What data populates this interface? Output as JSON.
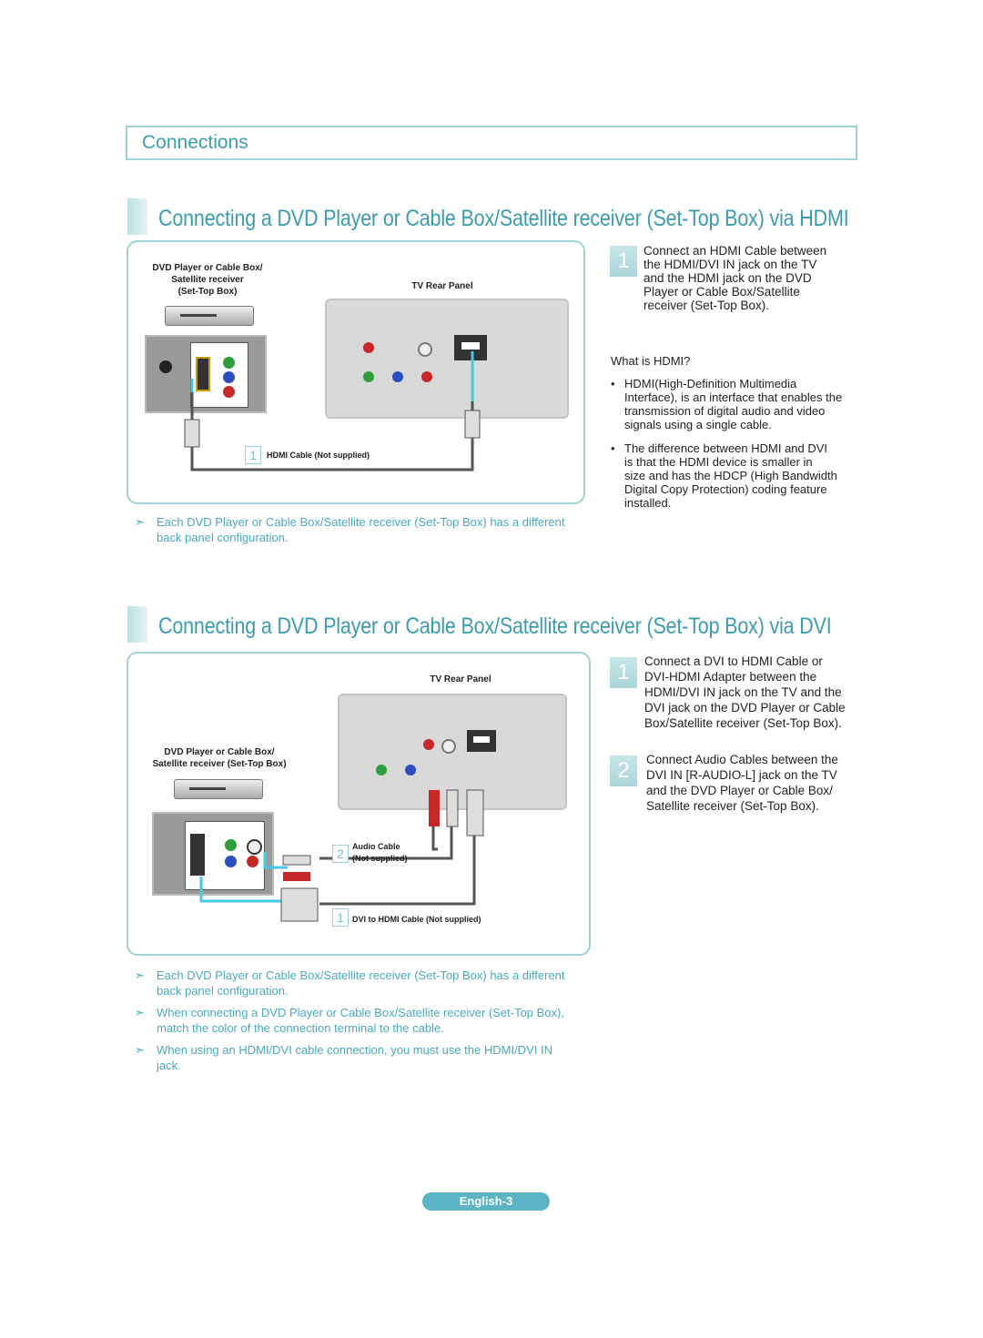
{
  "header": {
    "title": "Connections"
  },
  "section1": {
    "title": "Connecting a DVD Player or Cable Box/Satellite receiver (Set-Top Box) via HDMI",
    "device_label_lines": [
      "DVD Player or Cable Box/",
      "Satellite receiver",
      "(Set-Top Box)"
    ],
    "tv_label": "TV Rear Panel",
    "cable_num": "1",
    "cable_label": "HDMI Cable (Not supplied)",
    "step": {
      "num": "1",
      "lines": [
        "Connect an HDMI Cable between",
        "the HDMI/DVI IN jack on the TV",
        "and the HDMI jack on the DVD",
        "Player or Cable Box/Satellite",
        "receiver (Set-Top Box)."
      ]
    },
    "what_is": "What is HDMI?",
    "bullets": [
      [
        "HDMI(High-Definition Multimedia",
        "Interface), is an interface that enables the",
        "transmission of digital audio and video",
        "signals using a single cable."
      ],
      [
        "The difference between HDMI and DVI",
        "is that the HDMI device is smaller in",
        "size and has the HDCP (High Bandwidth",
        "Digital Copy Protection) coding feature",
        "installed."
      ]
    ],
    "note_lines": [
      "Each DVD Player or Cable Box/Satellite receiver (Set-Top Box) has a different",
      "back panel configuration."
    ]
  },
  "section2": {
    "title": "Connecting a DVD Player or Cable Box/Satellite receiver (Set-Top Box) via DVI",
    "device_label_lines": [
      "DVD Player or Cable Box/",
      "Satellite receiver (Set-Top Box)"
    ],
    "tv_label": "TV Rear Panel",
    "audio_num": "2",
    "audio_label_lines": [
      "Audio Cable",
      "(Not supplied)"
    ],
    "dvi_num": "1",
    "dvi_label": "DVI to HDMI Cable (Not supplied)",
    "steps": [
      {
        "num": "1",
        "lines": [
          "Connect a DVI to HDMI Cable or",
          "DVI-HDMI Adapter between the",
          "HDMI/DVI IN jack on the TV and the",
          "DVI jack on the DVD Player or Cable",
          "Box/Satellite receiver (Set-Top Box)."
        ]
      },
      {
        "num": "2",
        "lines": [
          "Connect Audio Cables between the",
          "DVI IN [R-AUDIO-L] jack on the TV",
          "and the DVD Player or Cable Box/",
          "Satellite receiver (Set-Top Box)."
        ]
      }
    ],
    "notes": [
      [
        "Each DVD Player or Cable Box/Satellite receiver (Set-Top Box) has a different",
        "back panel configuration."
      ],
      [
        "When connecting a DVD Player or Cable Box/Satellite receiver (Set-Top Box),",
        "match the color of the connection terminal to the cable."
      ],
      [
        "When using an HDMI/DVI cable connection, you must use the HDMI/DVI IN",
        "jack."
      ]
    ]
  },
  "footer": {
    "page": "English-3"
  },
  "colors": {
    "accent": "#3c9cad",
    "border": "#9fd1d3",
    "note": "#49a9bd"
  },
  "icons": {
    "note_arrow": "arrow-icon"
  }
}
